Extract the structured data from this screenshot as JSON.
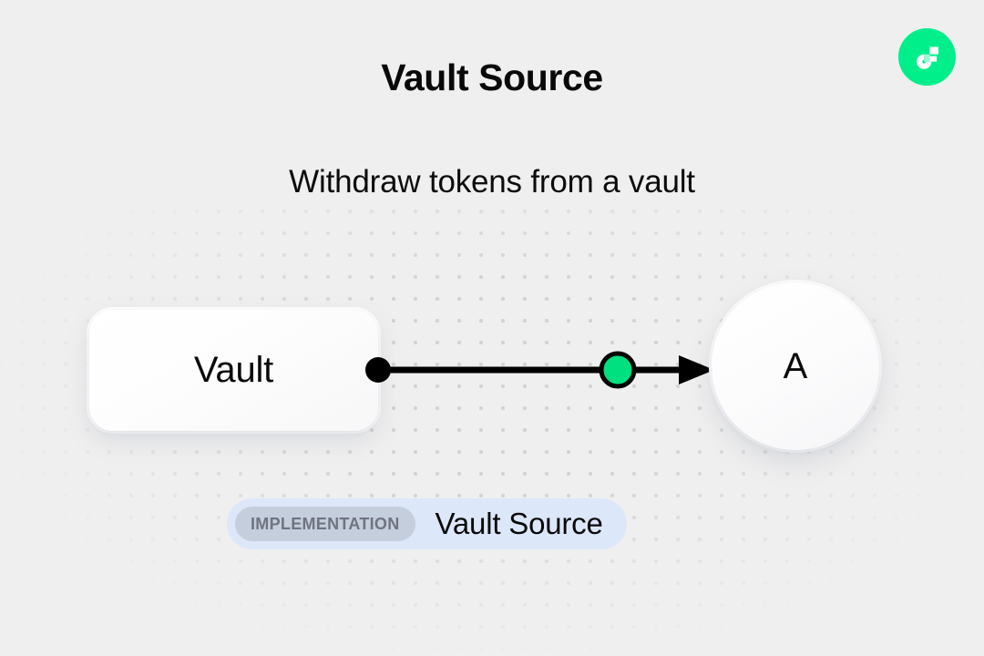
{
  "header": {
    "title": "Vault Source",
    "subtitle": "Withdraw tokens from a vault"
  },
  "logo": {
    "name": "flow-logo",
    "background_color": "#00ef8b",
    "mark_color": "#ffffff"
  },
  "diagram": {
    "nodes": [
      {
        "id": "vault",
        "label": "Vault",
        "shape": "rounded-rect"
      },
      {
        "id": "a",
        "label": "A",
        "shape": "circle"
      }
    ],
    "edge": {
      "from": "vault",
      "to": "a",
      "source_handle_color": "#000000",
      "line_color": "#000000",
      "midpoint_marker_color": "#00e07e",
      "arrowhead": "triangle-right"
    }
  },
  "badge": {
    "tag_label": "IMPLEMENTATION",
    "name": "Vault Source",
    "background_color": "#dde7fa",
    "tag_background_color": "#c5cedd",
    "tag_text_color": "#6f7480"
  },
  "canvas": {
    "background_color": "#efefef",
    "dot_color": "#d3d3d3",
    "dot_spacing": 24
  }
}
